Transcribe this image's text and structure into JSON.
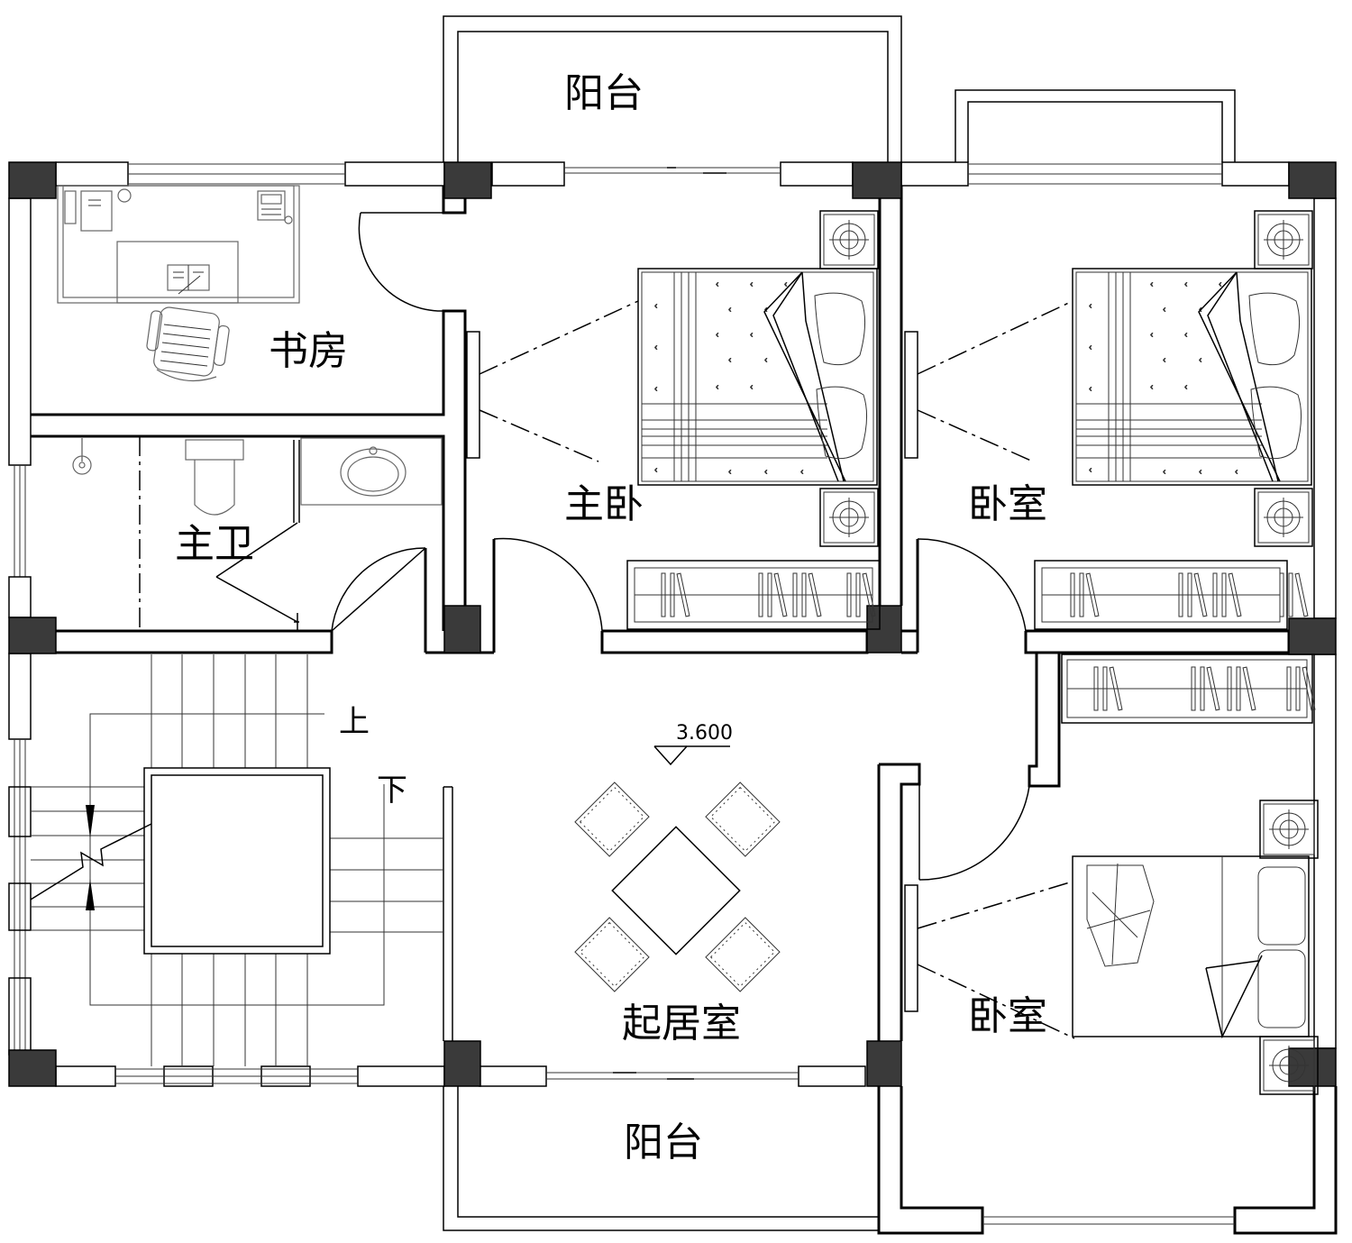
{
  "rooms": {
    "balcony_top": "阳台",
    "study": "书房",
    "master_bedroom": "主卧",
    "bedroom_right": "卧室",
    "master_bath": "主卫",
    "living": "起居室",
    "bedroom_lower": "卧室",
    "balcony_bottom": "阳台"
  },
  "stairs": {
    "up": "上",
    "down": "下"
  },
  "elevation": "3.600"
}
